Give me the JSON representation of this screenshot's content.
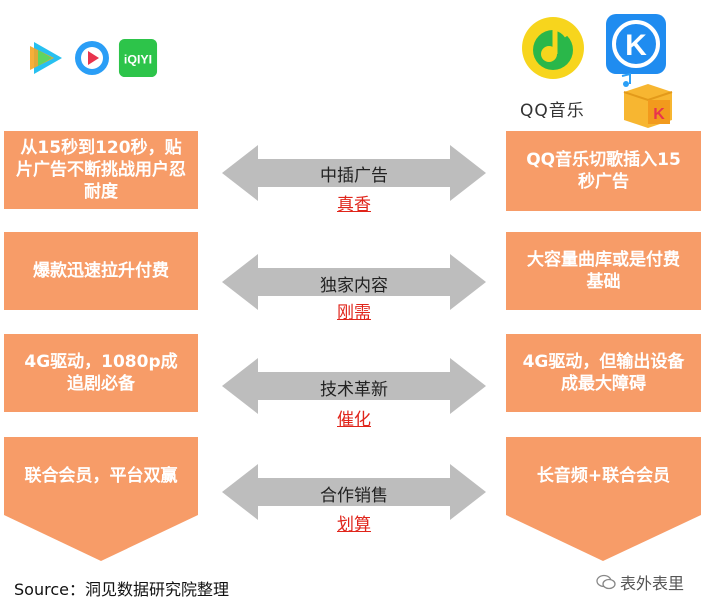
{
  "left_boxes": [
    "从15秒到120秒，贴片广告不断挑战用户忍耐度",
    "爆款迅速拉升付费",
    "4G驱动，1080p成追剧必备",
    "联合会员，平台双赢"
  ],
  "right_boxes": [
    "QQ音乐切歌插入15秒广告",
    "大容量曲库或是付费基础",
    "4G驱动，但输出设备成最大障碍",
    "长音频+联合会员"
  ],
  "arrows": [
    {
      "label": "中插广告",
      "sub": "真香"
    },
    {
      "label": "独家内容",
      "sub": "刚需"
    },
    {
      "label": "技术革新",
      "sub": "催化"
    },
    {
      "label": "合作销售",
      "sub": "划算"
    }
  ],
  "logos": {
    "qq_music_text": "QQ音乐",
    "iqiyi_text": "iQIYI",
    "kugou_letter": "K"
  },
  "source": "Source：洞见数据研究院整理",
  "watermark": "表外表里",
  "colors": {
    "box": "#F79C68",
    "arrow": "#BDBDBD",
    "accent_red": "#e0251b"
  }
}
